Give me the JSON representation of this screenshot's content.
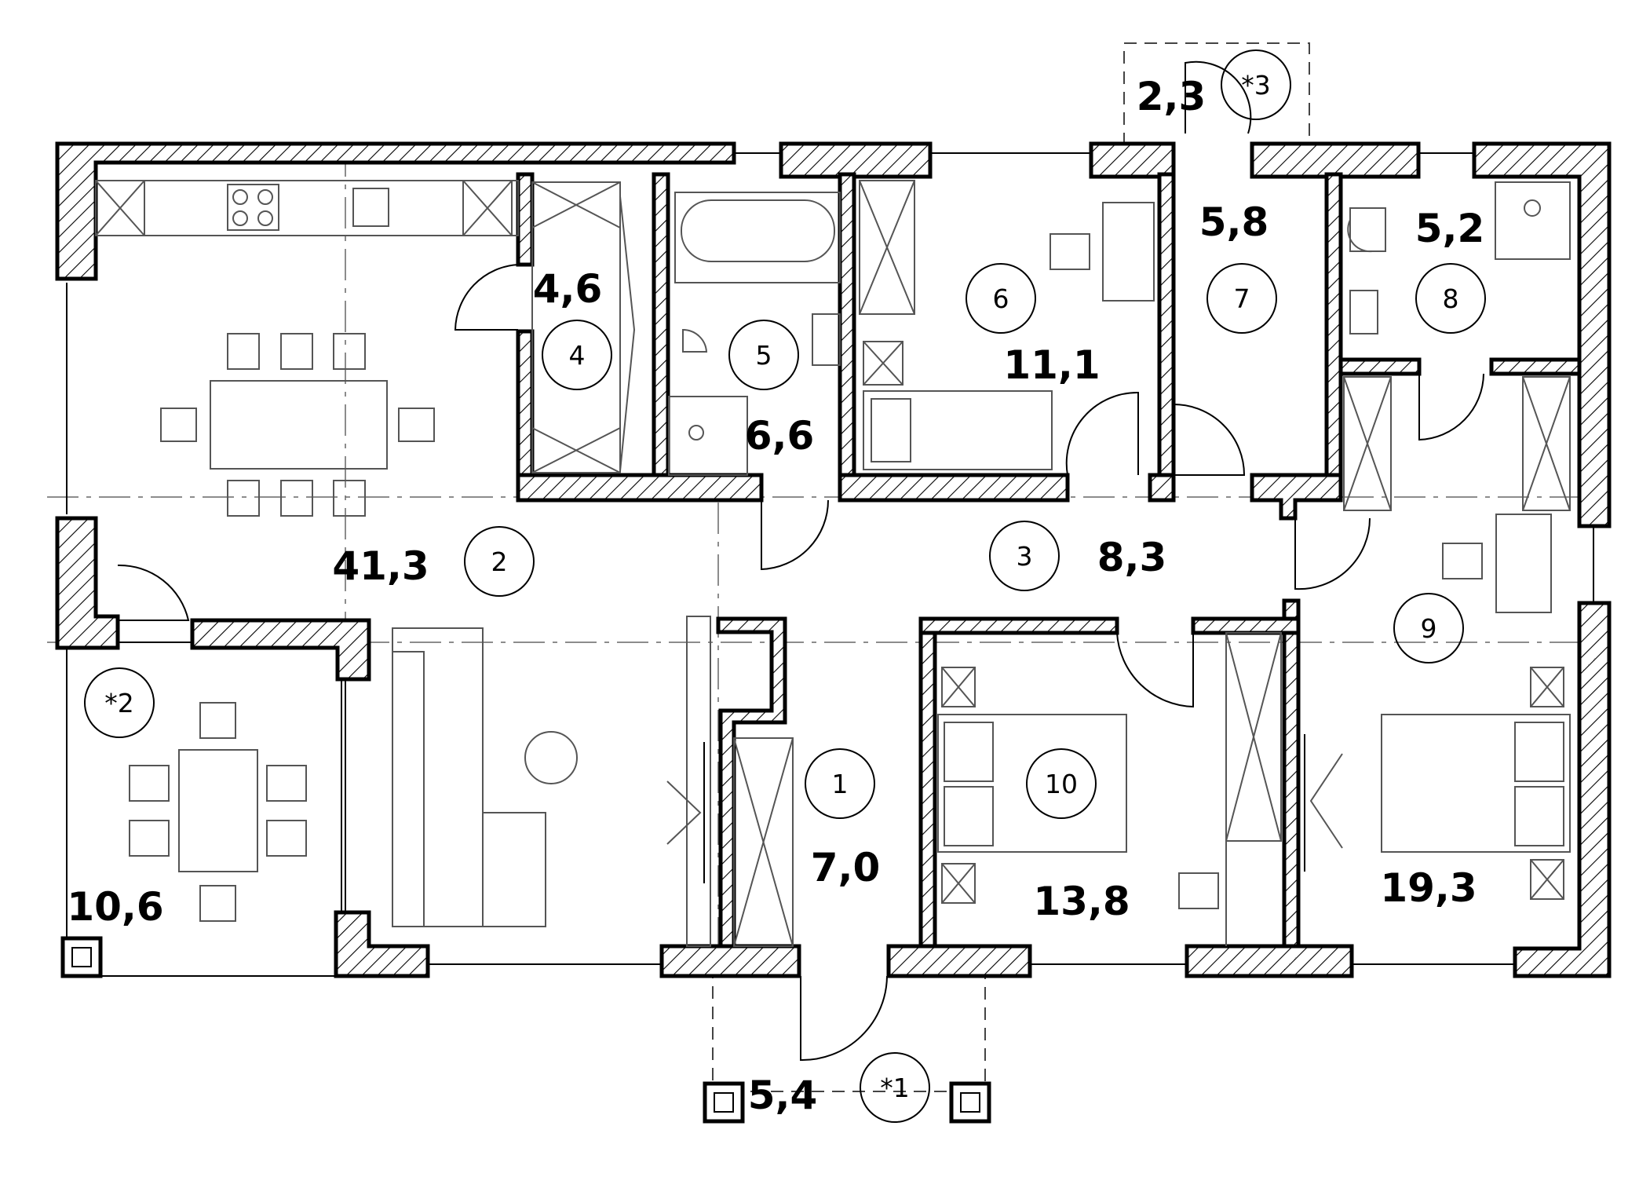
{
  "rooms": [
    {
      "number": "1",
      "area": "7,0"
    },
    {
      "number": "2",
      "area": "41,3"
    },
    {
      "number": "3",
      "area": "8,3"
    },
    {
      "number": "4",
      "area": "4,6"
    },
    {
      "number": "5",
      "area": "6,6"
    },
    {
      "number": "6",
      "area": "11,1"
    },
    {
      "number": "7",
      "area": "5,8"
    },
    {
      "number": "8",
      "area": "5,2"
    },
    {
      "number": "9",
      "area": "19,3"
    },
    {
      "number": "10",
      "area": "13,8"
    }
  ],
  "outdoor": [
    {
      "number": "*1",
      "area": "5,4"
    },
    {
      "number": "*2",
      "area": "10,6"
    },
    {
      "number": "*3",
      "area": "2,3"
    }
  ],
  "colors": {
    "line": "#000000",
    "furniture": "#555555",
    "background": "#ffffff"
  }
}
